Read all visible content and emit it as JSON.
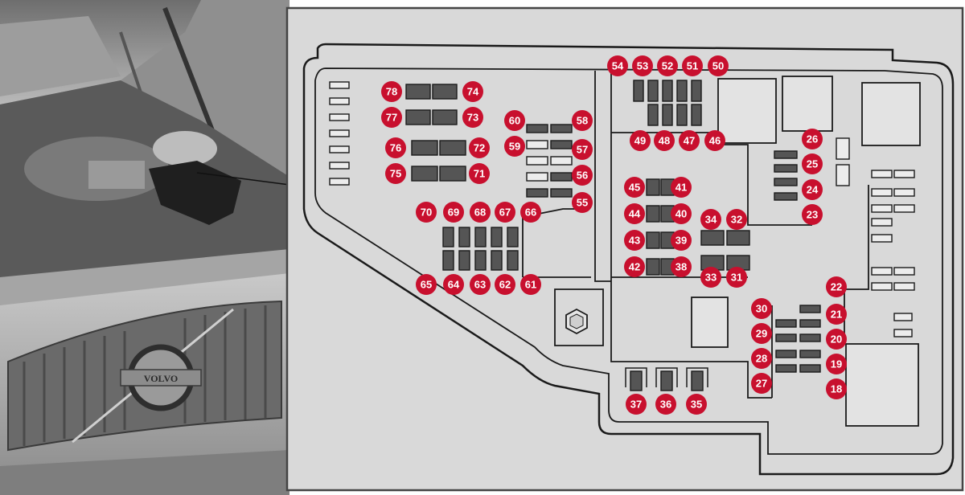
{
  "colors": {
    "panel_bg": "#d9d9d9",
    "panel_border": "#444444",
    "outline": "#1a1a1a",
    "fuse_fill": "#555555",
    "label_fill": "#c8102e",
    "label_text": "#ffffff",
    "photo_bg": "#8f8f8f"
  },
  "photo": {
    "brand_text": "VOLVO",
    "description_icon": "car-engine-bay-photo"
  },
  "labels": [
    {
      "id": "78",
      "text": "78"
    },
    {
      "id": "77",
      "text": "77"
    },
    {
      "id": "76",
      "text": "76"
    },
    {
      "id": "75",
      "text": "75"
    },
    {
      "id": "74",
      "text": "74"
    },
    {
      "id": "73",
      "text": "73"
    },
    {
      "id": "72",
      "text": "72"
    },
    {
      "id": "71",
      "text": "71"
    },
    {
      "id": "70",
      "text": "70"
    },
    {
      "id": "69",
      "text": "69"
    },
    {
      "id": "68",
      "text": "68"
    },
    {
      "id": "67",
      "text": "67"
    },
    {
      "id": "66",
      "text": "66"
    },
    {
      "id": "65",
      "text": "65"
    },
    {
      "id": "64",
      "text": "64"
    },
    {
      "id": "63",
      "text": "63"
    },
    {
      "id": "62",
      "text": "62"
    },
    {
      "id": "61",
      "text": "61"
    },
    {
      "id": "60",
      "text": "60"
    },
    {
      "id": "59",
      "text": "59"
    },
    {
      "id": "58",
      "text": "58"
    },
    {
      "id": "57",
      "text": "57"
    },
    {
      "id": "56",
      "text": "56"
    },
    {
      "id": "55",
      "text": "55"
    },
    {
      "id": "54",
      "text": "54"
    },
    {
      "id": "53",
      "text": "53"
    },
    {
      "id": "52",
      "text": "52"
    },
    {
      "id": "51",
      "text": "51"
    },
    {
      "id": "50",
      "text": "50"
    },
    {
      "id": "49",
      "text": "49"
    },
    {
      "id": "48",
      "text": "48"
    },
    {
      "id": "47",
      "text": "47"
    },
    {
      "id": "46",
      "text": "46"
    },
    {
      "id": "45",
      "text": "45"
    },
    {
      "id": "44",
      "text": "44"
    },
    {
      "id": "43",
      "text": "43"
    },
    {
      "id": "42",
      "text": "42"
    },
    {
      "id": "41",
      "text": "41"
    },
    {
      "id": "40",
      "text": "40"
    },
    {
      "id": "39",
      "text": "39"
    },
    {
      "id": "38",
      "text": "38"
    },
    {
      "id": "37",
      "text": "37"
    },
    {
      "id": "36",
      "text": "36"
    },
    {
      "id": "35",
      "text": "35"
    },
    {
      "id": "34",
      "text": "34"
    },
    {
      "id": "33",
      "text": "33"
    },
    {
      "id": "32",
      "text": "32"
    },
    {
      "id": "31",
      "text": "31"
    },
    {
      "id": "30",
      "text": "30"
    },
    {
      "id": "29",
      "text": "29"
    },
    {
      "id": "28",
      "text": "28"
    },
    {
      "id": "27",
      "text": "27"
    },
    {
      "id": "26",
      "text": "26"
    },
    {
      "id": "25",
      "text": "25"
    },
    {
      "id": "24",
      "text": "24"
    },
    {
      "id": "23",
      "text": "23"
    },
    {
      "id": "22",
      "text": "22"
    },
    {
      "id": "21",
      "text": "21"
    },
    {
      "id": "20",
      "text": "20"
    },
    {
      "id": "19",
      "text": "19"
    },
    {
      "id": "18",
      "text": "18"
    }
  ]
}
